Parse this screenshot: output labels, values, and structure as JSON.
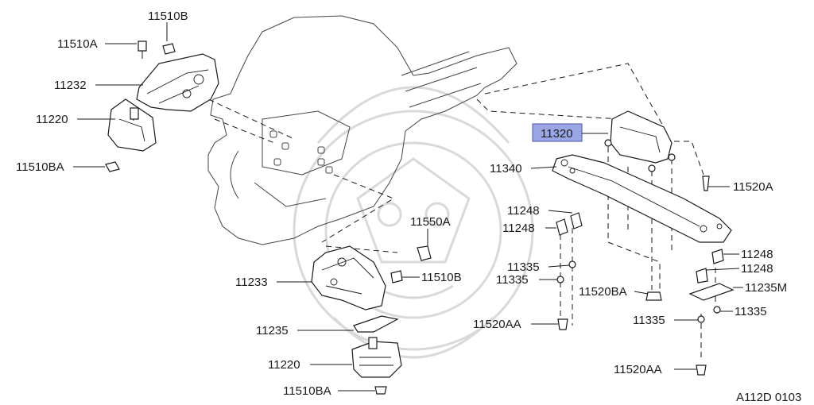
{
  "diagram": {
    "drawing_code": "A112D 0103",
    "highlight_color": "#9aa6e6",
    "highlighted_part": "11320",
    "labels": {
      "l11510B_top": "11510B",
      "l11510A": "11510A",
      "l11232": "11232",
      "l11220_top": "11220",
      "l11510BA_top": "11510BA",
      "l11320": "11320",
      "l11340": "11340",
      "l11520A": "11520A",
      "l11248_a": "11248",
      "l11248_b": "11248",
      "l11248_c": "11248",
      "l11248_d": "11248",
      "l11550A": "11550A",
      "l11510B_mid": "11510B",
      "l11233": "11233",
      "l11335_a": "11335",
      "l11335_b": "11335",
      "l11335_c": "11335",
      "l11335_d": "11335",
      "l11520BA": "11520BA",
      "l11235M": "11235M",
      "l11235": "11235",
      "l11520AA_left": "11520AA",
      "l11520AA_right": "11520AA",
      "l11220_bot": "11220",
      "l11510BA_bot": "11510BA"
    }
  }
}
